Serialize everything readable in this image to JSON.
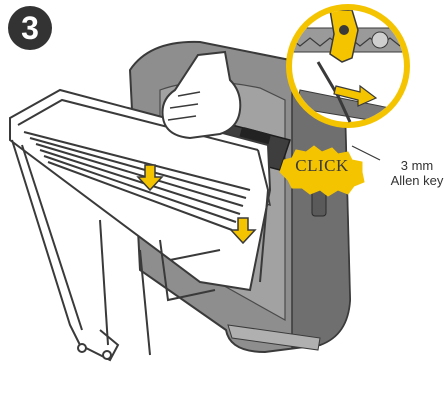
{
  "step": {
    "number": "3"
  },
  "callout": {
    "click_label": "CLICK"
  },
  "tool": {
    "size_label": "3 mm",
    "name_label": "Allen key"
  },
  "colors": {
    "accent": "#F5C400",
    "bag": "#8E8E8E",
    "bag_dark": "#4A4A4A",
    "rack": "#FFFFFF",
    "outline": "#3A3A3A"
  },
  "icons": [
    "down-arrow-icon",
    "right-arrow-icon",
    "hand-icon",
    "allen-key-icon"
  ]
}
